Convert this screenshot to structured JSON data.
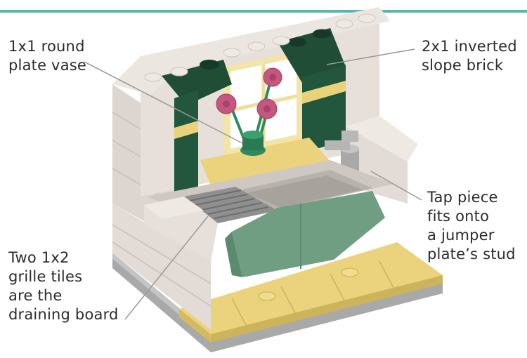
{
  "colors": {
    "accent_rule": "#5fb3ae",
    "label_text": "#2b2b2b",
    "leader_line": "#9a9a9a",
    "brick_white": "#e4ddd8",
    "brick_white_shade": "#cfc7c1",
    "dark_green": "#1f4d36",
    "sand_green": "#6f9e83",
    "yellow_tan": "#e8d27a",
    "light_grey": "#b5b5b5",
    "dark_pink": "#c4567f",
    "green_vase": "#2f8a5d"
  },
  "callouts": {
    "vase": {
      "line1": "1x1 round",
      "line2": "plate vase"
    },
    "slope": {
      "line1": "2x1 inverted",
      "line2": "slope brick"
    },
    "tap": {
      "line1": "Tap piece",
      "line2": "fits onto",
      "line3": "a jumper",
      "line4": "plate’s stud"
    },
    "grille": {
      "line1": "Two 1x2",
      "line2": "grille tiles",
      "line3": "are the",
      "line4": "draining board"
    }
  },
  "icons": {
    "model": "lego-kitchen-sink-model",
    "flowers": "flower-icon",
    "tap": "tap-icon"
  }
}
